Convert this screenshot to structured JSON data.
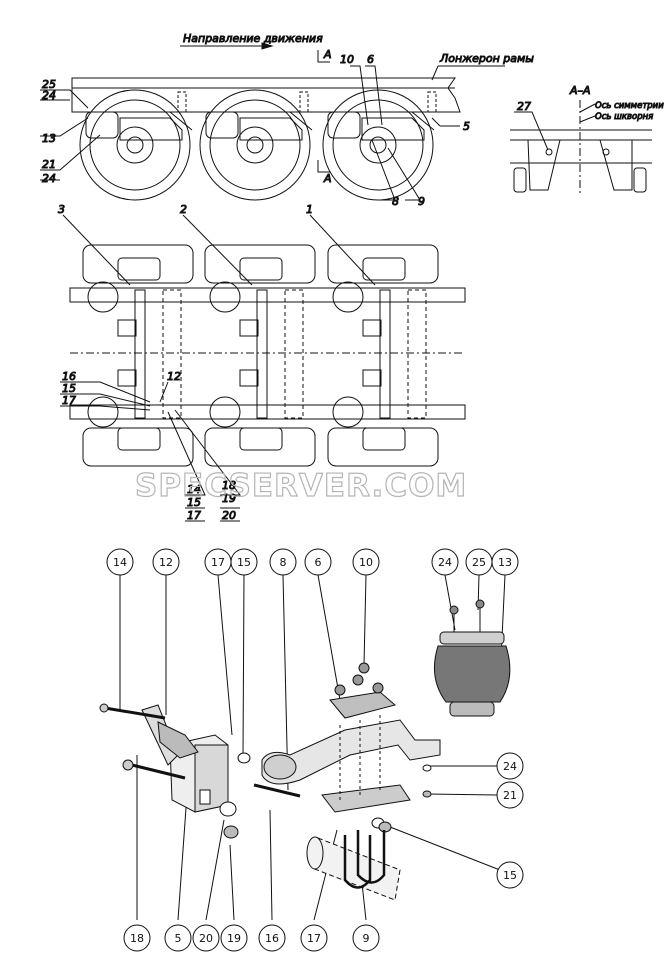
{
  "view_top": {
    "direction_note": "Направление движения",
    "frame_note": "Лонжерон рамы",
    "section_mark": "A",
    "labels": {
      "l25": "25",
      "l24a": "24",
      "l13": "13",
      "l21": "21",
      "l24b": "24",
      "l10": "10",
      "l6": "6",
      "l5": "5",
      "l8": "8",
      "l9": "9"
    }
  },
  "section_view": {
    "title": "A–A",
    "sym_axis": "Ось симметрии",
    "pin_axis": "Ось шкворня",
    "label27": "27"
  },
  "plan_view": {
    "labels": {
      "l3": "3",
      "l2": "2",
      "l1": "1",
      "l16": "16",
      "l15": "15",
      "l17": "17",
      "l12": "12",
      "l14": "14",
      "l15b": "15",
      "l17b": "17",
      "l18": "18",
      "l19": "19",
      "l20": "20"
    }
  },
  "watermark": "SPECSERVER.COM",
  "exploded": {
    "callouts_top": [
      "14",
      "12",
      "17",
      "15",
      "8",
      "6",
      "10",
      "24",
      "25",
      "13"
    ],
    "callouts_right": [
      "24",
      "21",
      "15"
    ],
    "callouts_bottom": [
      "18",
      "5",
      "20",
      "19",
      "16",
      "17",
      "9"
    ]
  }
}
